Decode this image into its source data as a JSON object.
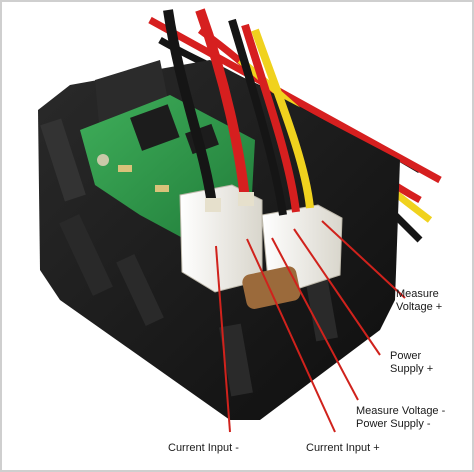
{
  "labels": {
    "measure_voltage_plus": [
      "Measure",
      "Voltage +"
    ],
    "power_supply_plus": [
      "Power",
      "Supply +"
    ],
    "measure_voltage_minus_power_supply_minus": [
      "Measure Voltage -",
      "Power Supply -"
    ],
    "current_input_minus": "Current Input -",
    "current_input_plus": "Current Input +"
  },
  "wire_colors": {
    "black": "#151515",
    "red": "#d61f1f",
    "yellow": "#f0d21e"
  },
  "colors": {
    "pointer": "#d0221c",
    "pcb": "#2f9a4a",
    "housing": "#1b1b1b",
    "connector": "#f3f1ea"
  }
}
